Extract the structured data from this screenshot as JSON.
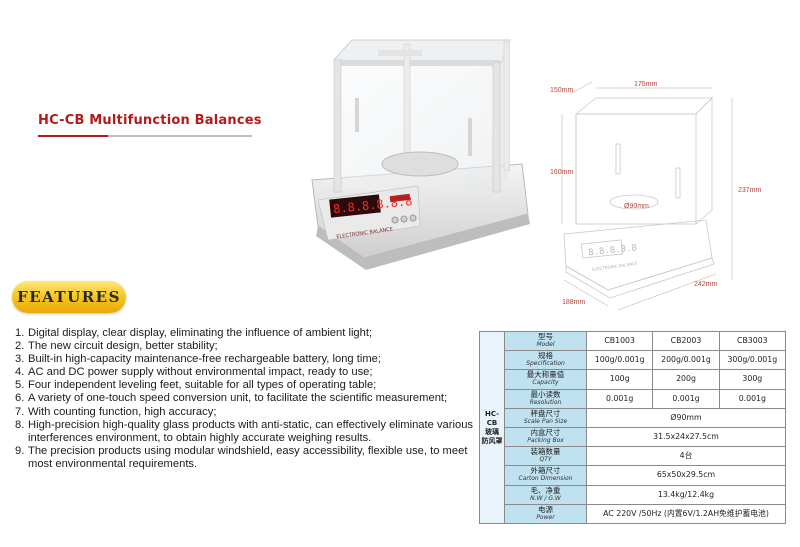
{
  "product_title": "HC-CB Multifunction Balances",
  "photo": {
    "display_digits": "8.8.8.8.8.8",
    "brand_label": "ELECTRONIC BALANCE"
  },
  "drawing": {
    "dim_width": "175mm",
    "dim_depth_top": "150mm",
    "dim_chamber_height": "160mm",
    "dim_total_height": "237mm",
    "dim_pan": "Ø90mm",
    "dim_base_width": "188mm",
    "dim_base_depth": "242mm",
    "brand_label": "ELECTRONIC BALANCE"
  },
  "features_heading": "FEATURES",
  "features": [
    {
      "num": "1.",
      "text": "Digital display, clear display, eliminating the influence of ambient light;"
    },
    {
      "num": "2.",
      "text": "The new circuit design, better stability;"
    },
    {
      "num": "3.",
      "text": "Built-in high-capacity maintenance-free rechargeable battery, long time;"
    },
    {
      "num": "4.",
      "text": "AC and DC power supply without environmental impact, ready to use;"
    },
    {
      "num": "5.",
      "text": "Four independent leveling feet, suitable for all types of operating table;"
    },
    {
      "num": "6.",
      "text": "A variety of one-touch speed conversion unit, to facilitate the scientific measurement;"
    },
    {
      "num": "7.",
      "text": "With counting function, high accuracy;"
    },
    {
      "num": "8.",
      "text": "High-precision high-quality glass products with anti-static, can effectively eliminate various interferences environment, to obtain highly accurate weighing results."
    },
    {
      "num": "9.",
      "text": "The precision products using modular windshield, easy accessibility, flexible use, to meet most environmental requirements."
    }
  ],
  "table": {
    "group_label_line1": "HC-CB",
    "group_label_line2": "玻璃",
    "group_label_line3": "防风罩",
    "rows": [
      {
        "zh": "型号",
        "en": "Model",
        "values": [
          "CB1003",
          "CB2003",
          "CB3003"
        ]
      },
      {
        "zh": "规格",
        "en": "Specification",
        "values": [
          "100g/0.001g",
          "200g/0.001g",
          "300g/0.001g"
        ]
      },
      {
        "zh": "最大称量值",
        "en": "Capacity",
        "values": [
          "100g",
          "200g",
          "300g"
        ]
      },
      {
        "zh": "最小读数",
        "en": "Resolution",
        "values": [
          "0.001g",
          "0.001g",
          "0.001g"
        ]
      },
      {
        "zh": "秤盘尺寸",
        "en": "Scale Pan Size",
        "value": "Ø90mm"
      },
      {
        "zh": "内盒尺寸",
        "en": "Packing Box",
        "value": "31.5x24x27.5cm"
      },
      {
        "zh": "装箱数量",
        "en": "QTY",
        "value": "4台"
      },
      {
        "zh": "外箱尺寸",
        "en": "Carton Dimension",
        "value": "65x50x29.5cm"
      },
      {
        "zh": "毛、净重",
        "en": "N.W / G.W",
        "value": "13.4kg/12.4kg"
      },
      {
        "zh": "电源",
        "en": "Power",
        "value": "AC 220V /50Hz (内置6V/1.2AH免维护蓄电池)"
      }
    ]
  }
}
